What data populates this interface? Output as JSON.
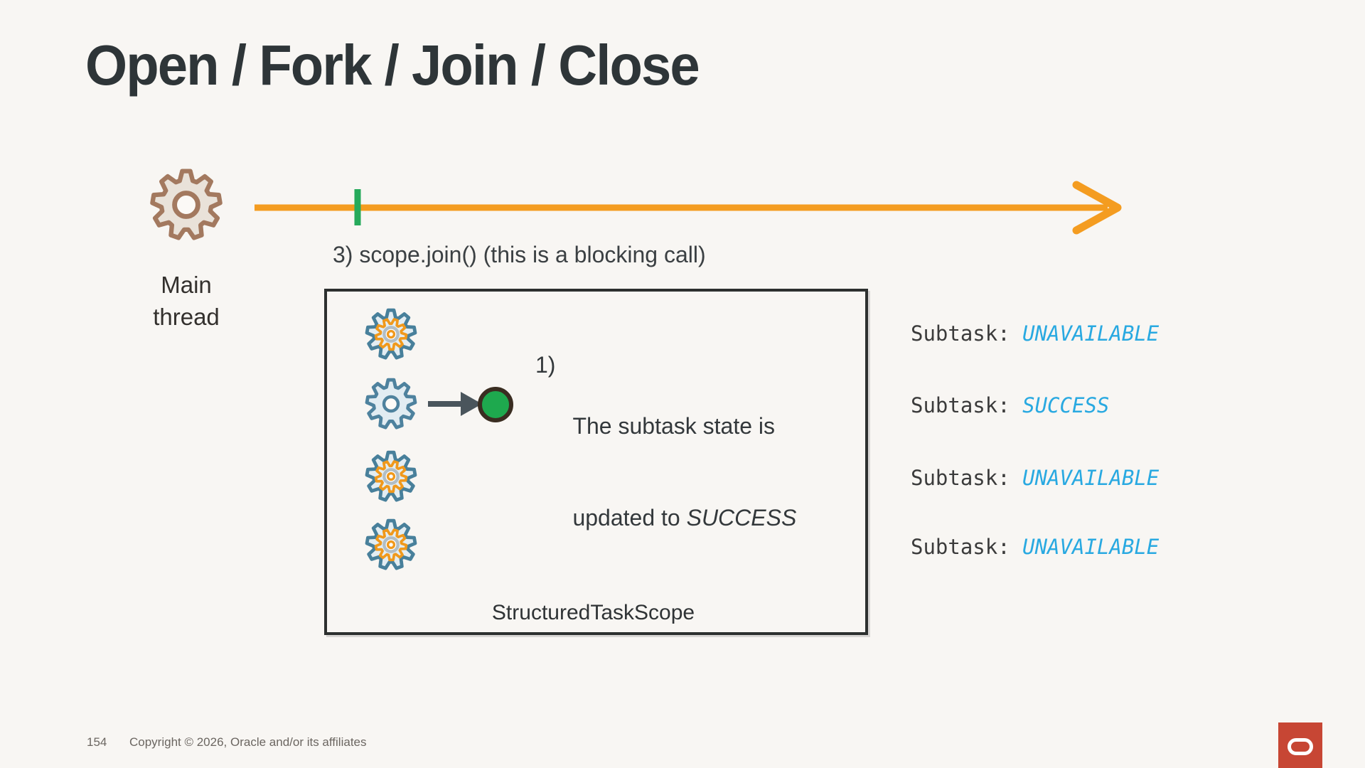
{
  "slide": {
    "title": "Open / Fork / Join / Close"
  },
  "main_thread": {
    "line1": "Main",
    "line2": "thread"
  },
  "timeline": {
    "join_label": "3) scope.join() (this is a blocking call)"
  },
  "scope_box": {
    "label": "StructuredTaskScope",
    "note": {
      "number": "1)",
      "line1": "The subtask state is",
      "line2_prefix": "updated to ",
      "line2_emphasis": "SUCCESS"
    }
  },
  "subtasks": [
    {
      "prefix": "Subtask: ",
      "status": "UNAVAILABLE"
    },
    {
      "prefix": "Subtask: ",
      "status": "SUCCESS"
    },
    {
      "prefix": "Subtask: ",
      "status": "UNAVAILABLE"
    },
    {
      "prefix": "Subtask: ",
      "status": "UNAVAILABLE"
    }
  ],
  "footer": {
    "page_number": "154",
    "copyright": "Copyright © 2026, Oracle and/or its affiliates"
  },
  "icons": {
    "main_thread_gear": "brown-gear-icon",
    "busy_subtask_gear": "nested-gear-icon",
    "done_subtask_gear": "blue-gear-icon",
    "result_marker": "green-dot",
    "timeline_arrow": "orange-arrow-right",
    "join_tick": "green-tick",
    "oracle_logo": "oracle-logo"
  },
  "colors": {
    "background": "#f8f6f3",
    "title_text": "#2e3538",
    "timeline_orange": "#f49c20",
    "tick_green": "#26aa5b",
    "result_green": "#1ea94e",
    "gear_blue": "#4b7e99",
    "gear_inner_orange": "#f0991c",
    "gear_brown": "#a3795f",
    "status_cyan": "#29a9e1",
    "box_border": "#2d302f",
    "oracle_red": "#c74634"
  }
}
